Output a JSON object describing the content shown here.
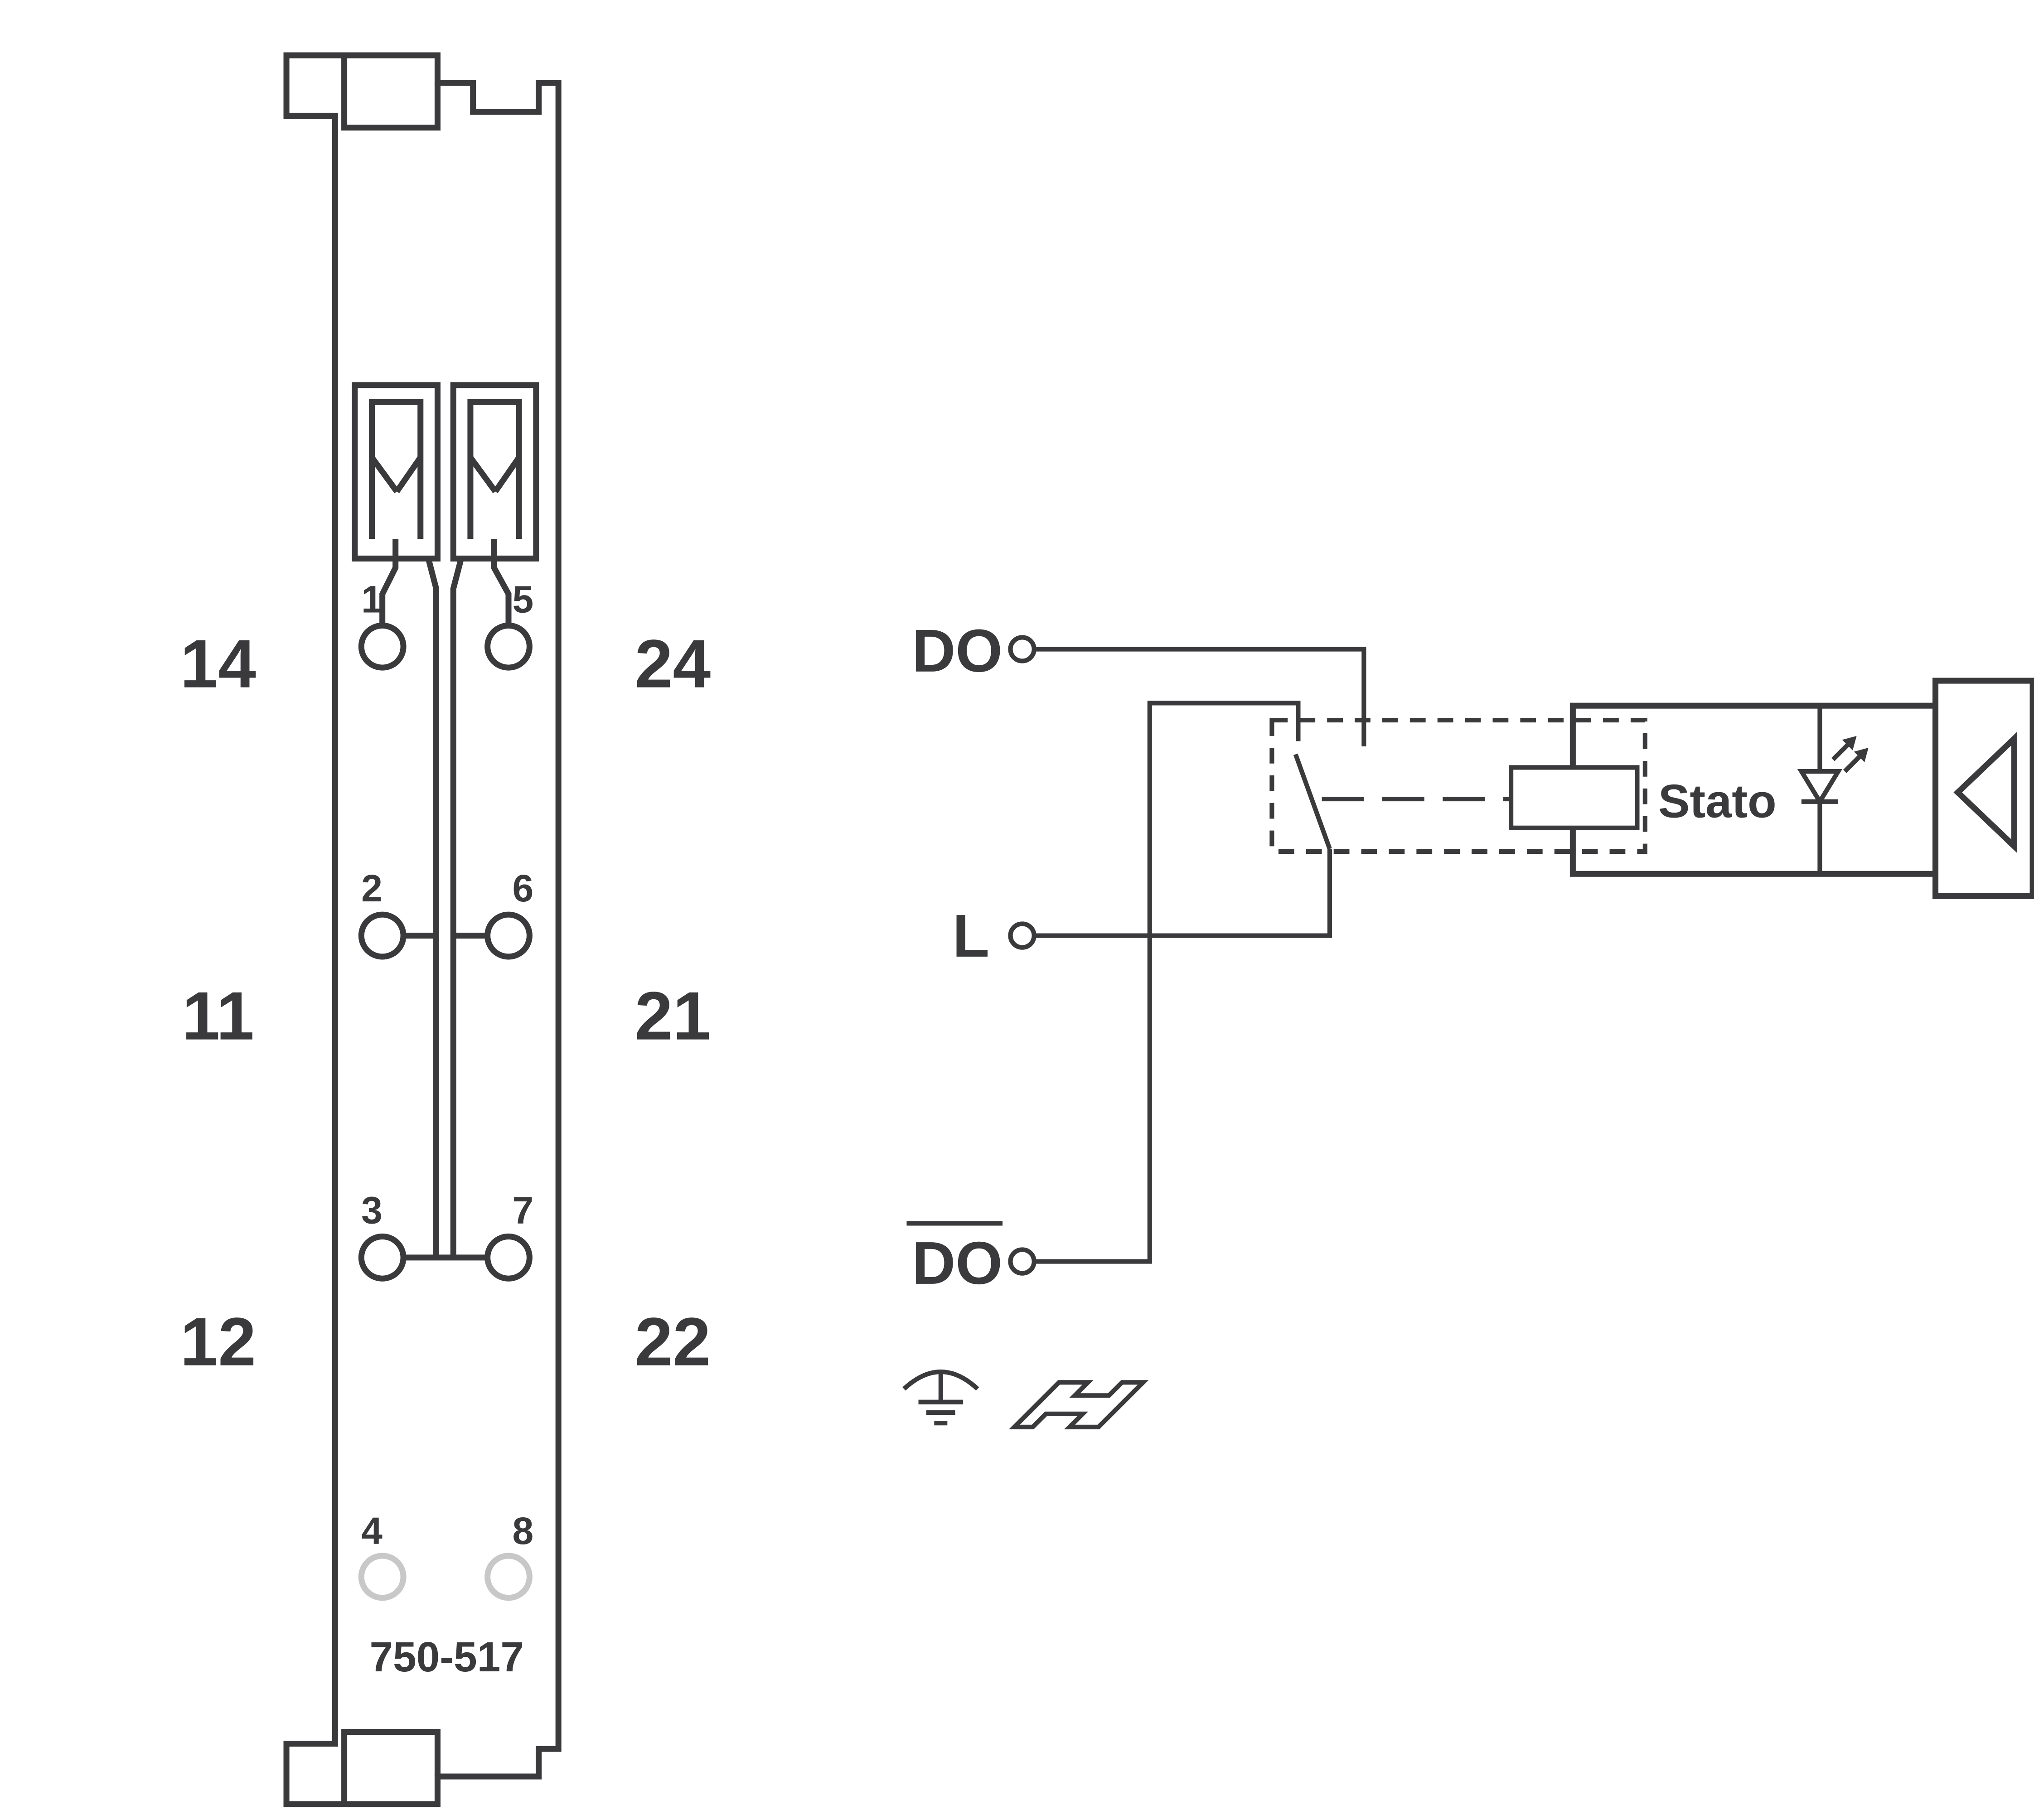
{
  "colors": {
    "line": "#3a3a3c",
    "muted": "#c8c8c8",
    "background": "#ffffff"
  },
  "module": {
    "model_label": "750-517",
    "pins": [
      "1",
      "2",
      "3",
      "4",
      "5",
      "6",
      "7",
      "8"
    ],
    "terminals_left": [
      "14",
      "11",
      "12"
    ],
    "terminals_right": [
      "24",
      "21",
      "22"
    ]
  },
  "schematic": {
    "do_label": "DO",
    "l_label": "L",
    "do_inverted_label": "DO",
    "status_label": "Stato"
  },
  "icons": {
    "ground": "functional-earth-icon",
    "din_rail": "din-rail-icon",
    "led": "led-icon",
    "clamp": "cage-clamp-icon",
    "triangle": "left-triangle-icon"
  }
}
